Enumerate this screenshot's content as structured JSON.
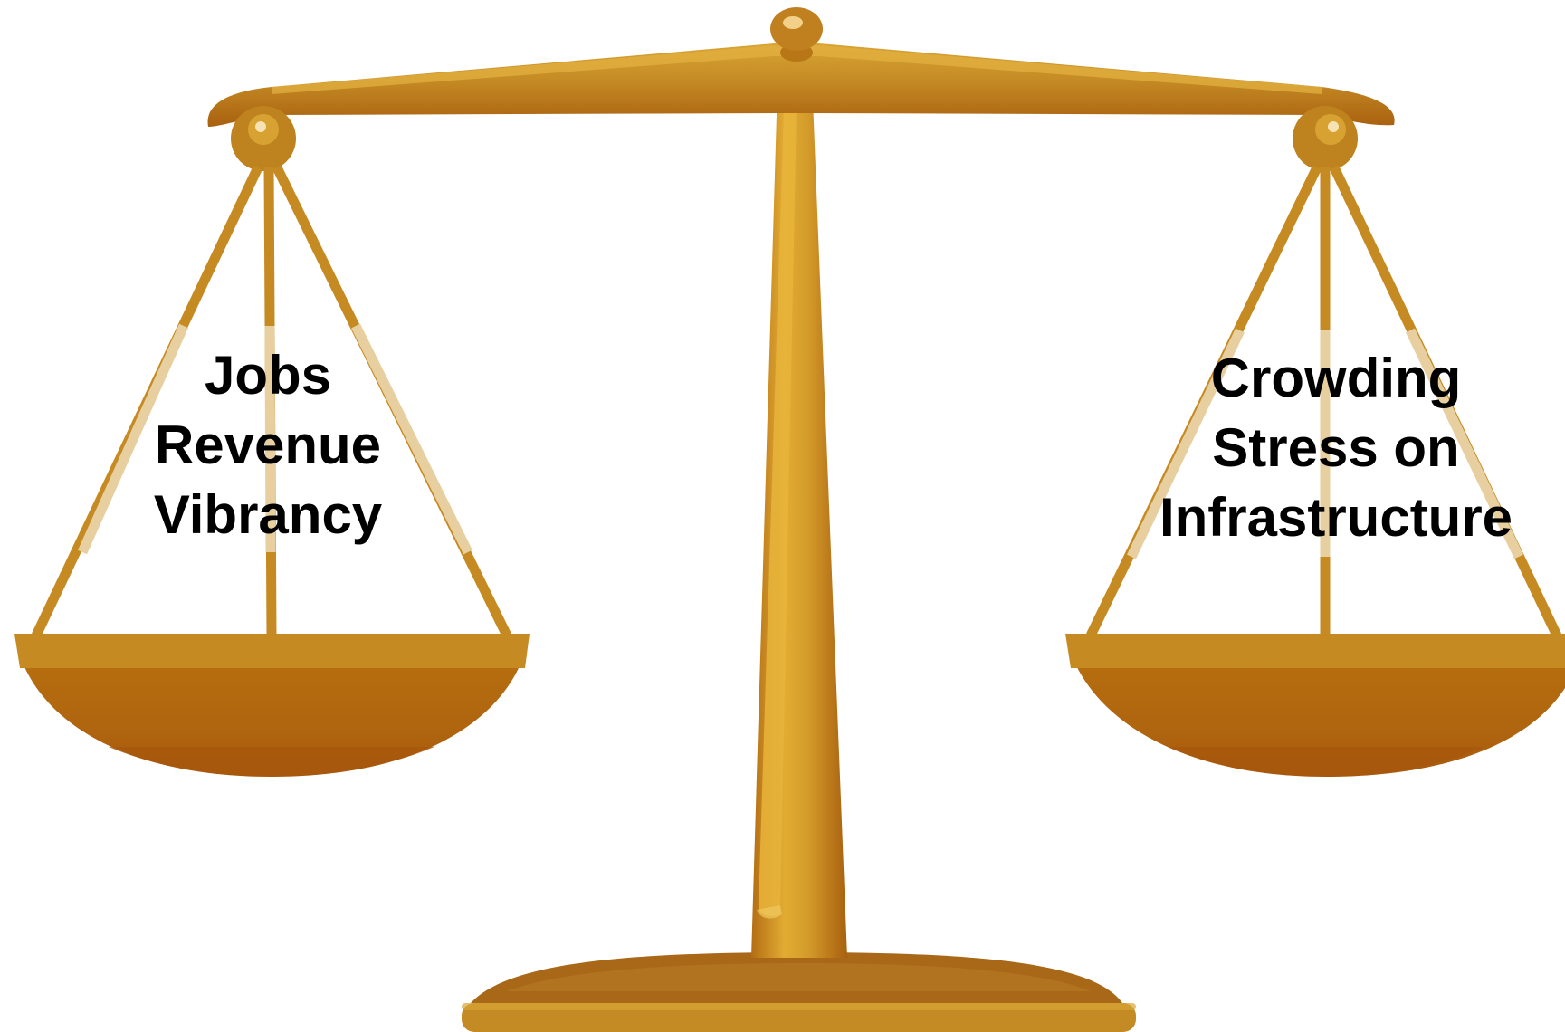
{
  "left_pan": {
    "labels": [
      "Jobs",
      "Revenue",
      "Vibrancy"
    ]
  },
  "right_pan": {
    "labels": [
      "Crowding",
      "Stress on",
      "Infrastructure"
    ]
  },
  "colors": {
    "gold_main": "#BE8420",
    "gold_dark": "#AE6210",
    "gold_light": "#E0AE34",
    "pan_body": "#B0650F",
    "pan_rim": "#C68A22",
    "strap_highlight": "#E8CFA0",
    "text": "#000000"
  }
}
